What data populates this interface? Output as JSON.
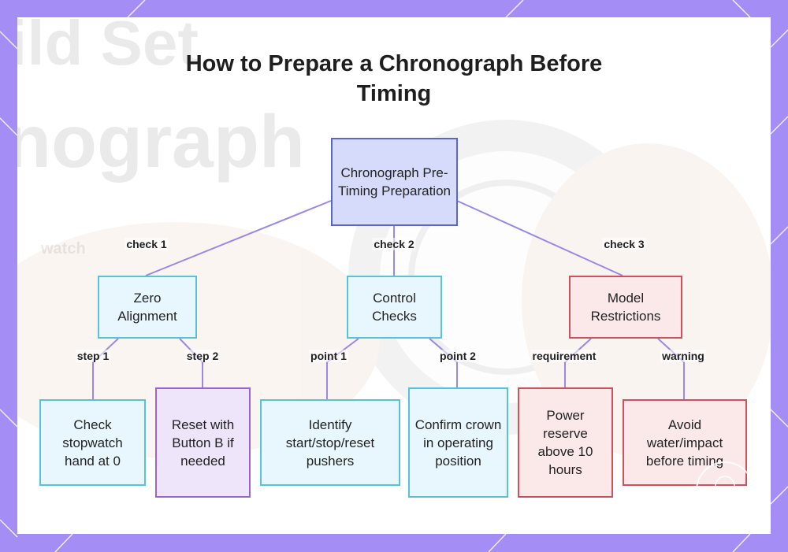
{
  "title": {
    "line1": "How to Prepare a Chronograph Before",
    "line2": "Timing"
  },
  "nodes": {
    "root": "Chronograph Pre-Timing Preparation",
    "zero_alignment": "Zero Alignment",
    "control_checks": "Control Checks",
    "model_restrictions": "Model Restrictions",
    "check_hand": "Check stopwatch hand at 0",
    "reset_button": "Reset with Button B if needed",
    "identify_pushers": "Identify start/stop/reset pushers",
    "confirm_crown": "Confirm crown in operating position",
    "power_reserve": "Power reserve above 10 hours",
    "avoid_water": "Avoid water/impact before timing"
  },
  "edges": {
    "check1": "check 1",
    "check2": "check 2",
    "check3": "check 3",
    "step1": "step 1",
    "step2": "step 2",
    "point1": "point 1",
    "point2": "point 2",
    "requirement": "requirement",
    "warning": "warning"
  },
  "colors": {
    "frame": "#a48df5",
    "edge_line": "#9b87e8",
    "root_fill": "#d6dbfb",
    "cyan_border": "#56c3d8",
    "purple_border": "#9a64d4",
    "red_border": "#d0515c"
  }
}
